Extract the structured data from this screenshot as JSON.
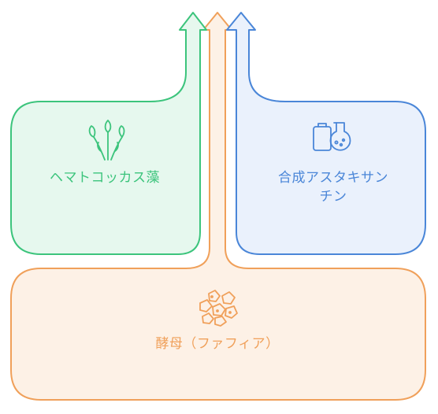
{
  "sources": [
    {
      "id": "green",
      "label": "ヘマトコッカス藻",
      "icon": "plant-sprout-icon",
      "color": "#3cc47c",
      "fill": "#e6f8ee"
    },
    {
      "id": "blue",
      "label_lines": [
        "合成アスタキサン",
        "チン"
      ],
      "icon": "flask-clipboard-icon",
      "color": "#4a86d8",
      "fill": "#eaf1fc"
    },
    {
      "id": "orange",
      "label": "酵母（ファフィア）",
      "icon": "yeast-cells-icon",
      "color": "#f0a05a",
      "fill": "#fdf1e6"
    }
  ]
}
